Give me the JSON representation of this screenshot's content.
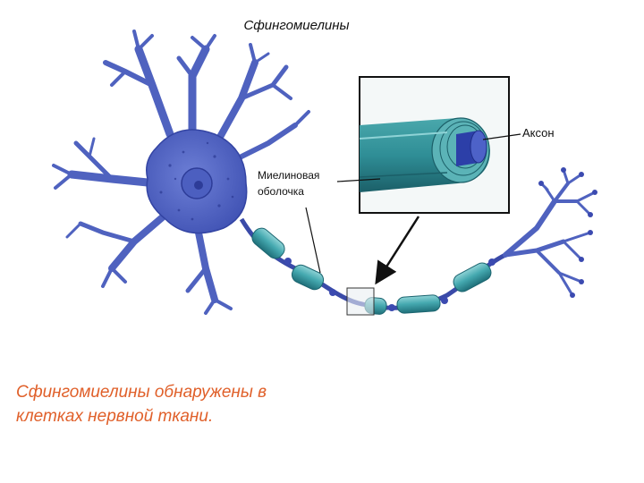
{
  "title": "Сфингомиелины",
  "labels": {
    "axon": "Аксон",
    "myelin_line1": "Миелиновая",
    "myelin_line2": "оболочка"
  },
  "caption": {
    "line1": "Сфингомиелины обнаружены  в",
    "line2": "клетках нервной ткани."
  },
  "colors": {
    "neuron_fill": "#5d6fc6",
    "neuron_dark": "#2f3f9e",
    "myelin": "#3fa0a6",
    "myelin_dark": "#1e6f78",
    "caption": "#e0602a"
  }
}
